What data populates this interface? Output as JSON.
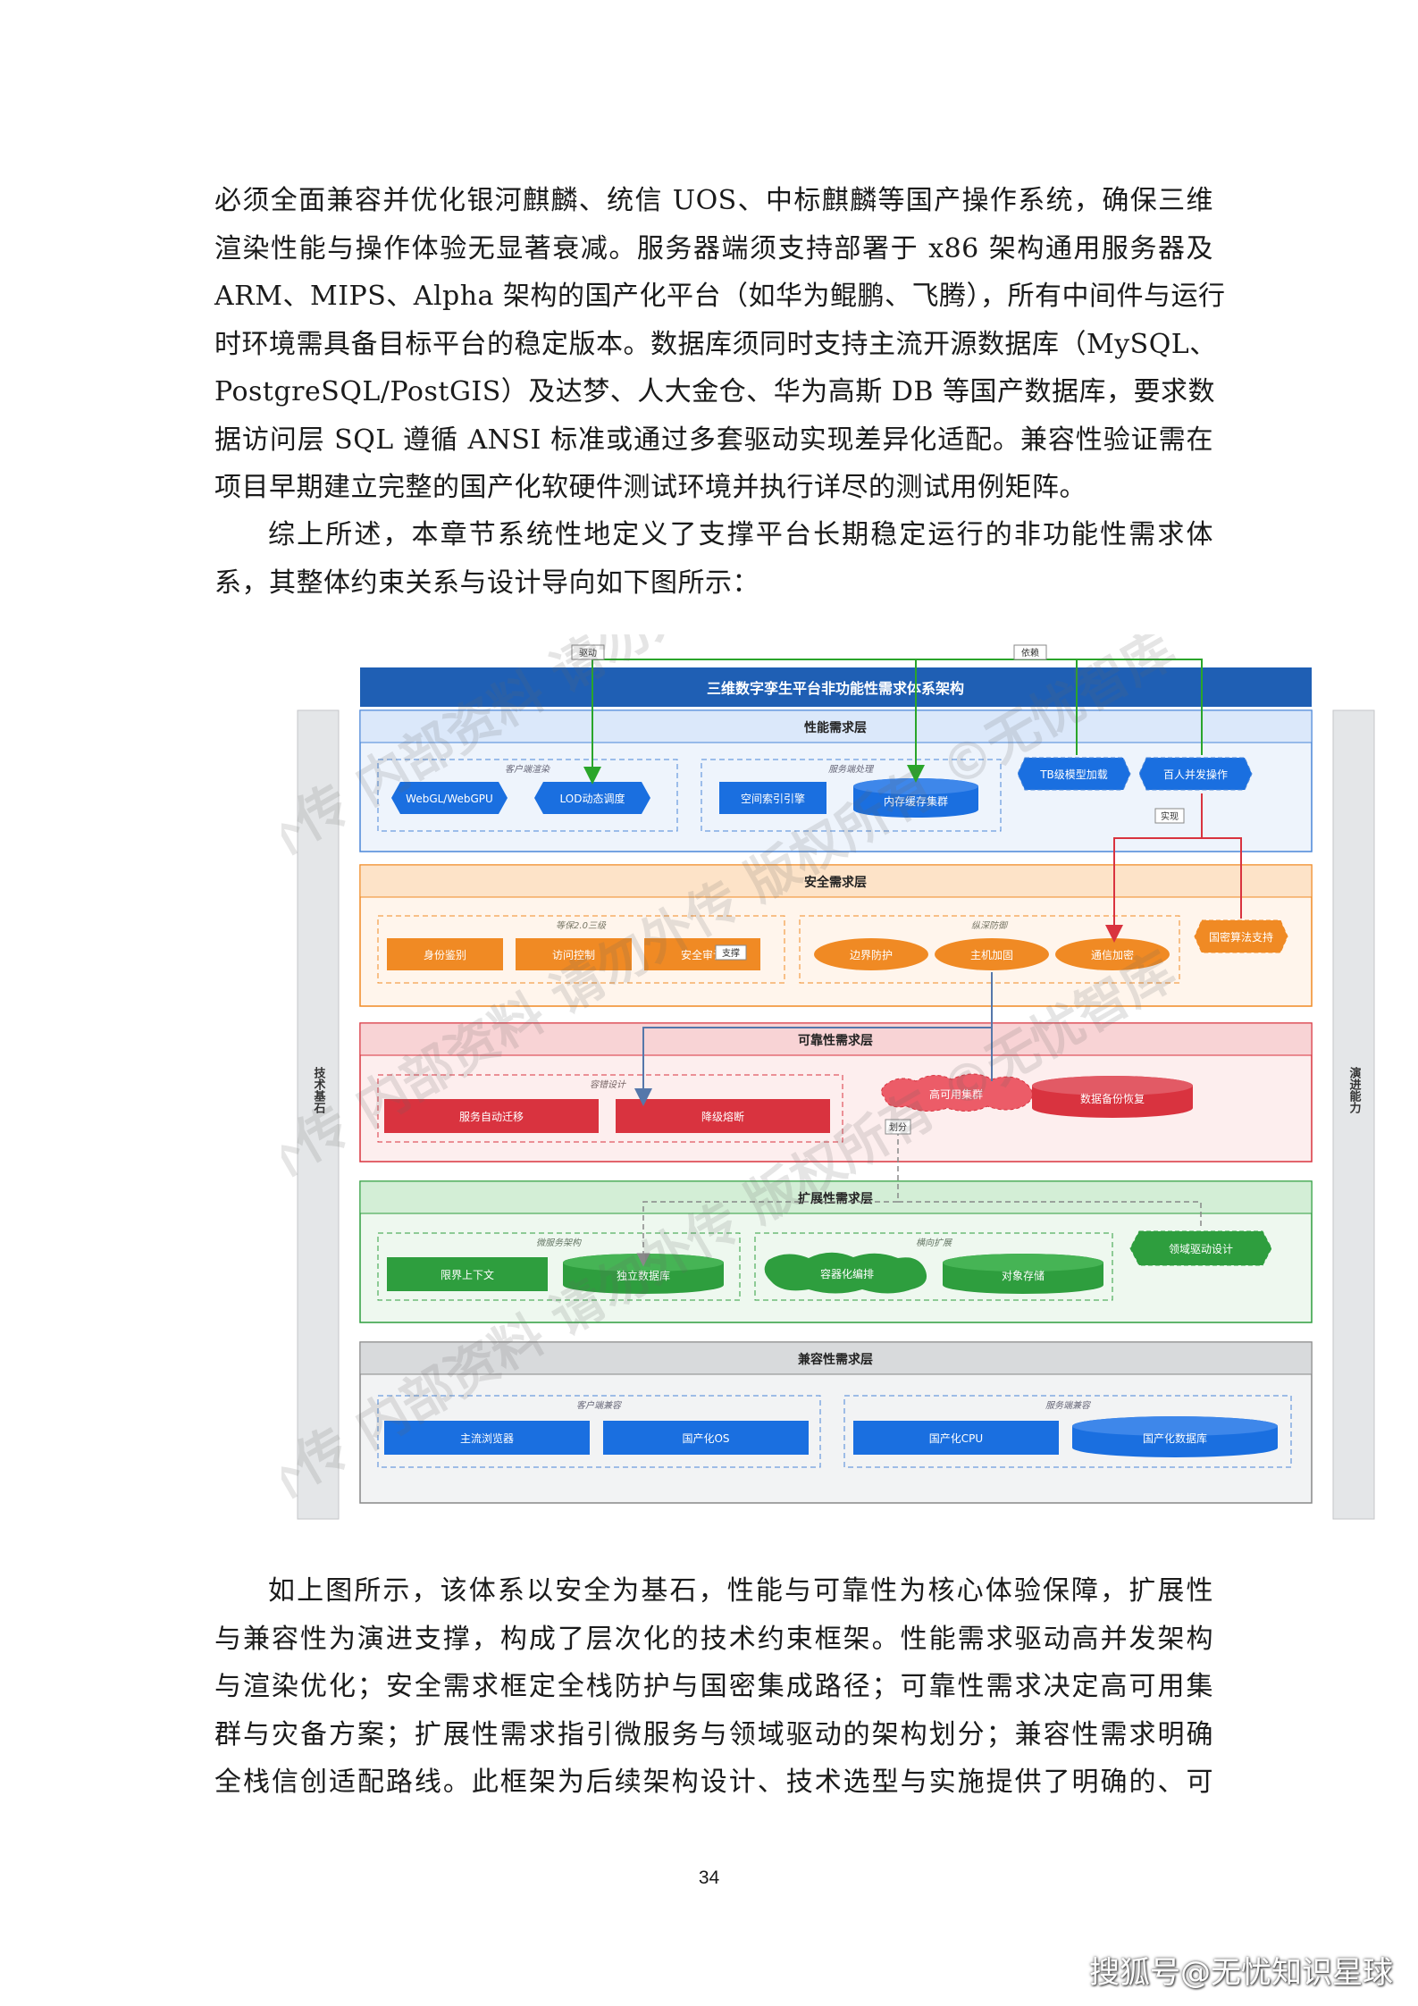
{
  "paragraphs": {
    "p1": [
      "必须全面兼容并优化银河麒麟、统信 UOS、中标麒麟等国产操作系统，确保三维",
      "渲染性能与操作体验无显著衰减。服务器端须支持部署于 x86 架构通用服务器及",
      "ARM、MIPS、Alpha 架构的国产化平台（如华为鲲鹏、飞腾），所有中间件与运行",
      "时环境需具备目标平台的稳定版本。数据库须同时支持主流开源数据库（MySQL、",
      "PostgreSQL/PostGIS）及达梦、人大金仓、华为高斯 DB 等国产数据库，要求数",
      "据访问层 SQL 遵循 ANSI 标准或通过多套驱动实现差异化适配。兼容性验证需在",
      "项目早期建立完整的国产化软硬件测试环境并执行详尽的测试用例矩阵。"
    ],
    "p2": [
      "综上所述，本章节系统性地定义了支撑平台长期稳定运行的非功能性需求体",
      "系，其整体约束关系与设计导向如下图所示："
    ],
    "p3": [
      "如上图所示，该体系以安全为基石，性能与可靠性为核心体验保障，扩展性",
      "与兼容性为演进支撑，构成了层次化的技术约束框架。性能需求驱动高并发架构",
      "与渲染优化；安全需求框定全栈防护与国密集成路径；可靠性需求决定高可用集",
      "群与灾备方案；扩展性需求指引微服务与领域驱动的架构划分；兼容性需求明确",
      "全栈信创适配路线。此框架为后续架构设计、技术选型与实施提供了明确的、可"
    ]
  },
  "page_number": "34",
  "source_watermark": "搜狐号@无忧知识星球",
  "diagram": {
    "title": "三维数字孪生平台非功能性需求体系架构",
    "left_pillar": "技术基石",
    "right_pillar": "演进能力",
    "edge_labels": {
      "drive": "驱动",
      "depend": "依赖",
      "implement": "实现",
      "support": "支撑",
      "partition": "划分"
    },
    "layers": {
      "performance": {
        "title": "性能需求层",
        "group1": "客户端渲染",
        "group2": "服务端处理",
        "nodes": [
          "WebGL/WebGPU",
          "LOD动态调度",
          "空间索引引擎",
          "内存缓存集群",
          "TB级模型加载",
          "百人并发操作"
        ]
      },
      "security": {
        "title": "安全需求层",
        "group1": "等保2.0三级",
        "group2": "纵深防御",
        "nodes": [
          "身份鉴别",
          "访问控制",
          "安全审计",
          "边界防护",
          "主机加固",
          "通信加密",
          "国密算法支持"
        ]
      },
      "reliability": {
        "title": "可靠性需求层",
        "group1": "容错设计",
        "nodes": [
          "服务自动迁移",
          "降级熔断",
          "高可用集群",
          "数据备份恢复"
        ]
      },
      "scalability": {
        "title": "扩展性需求层",
        "group1": "微服务架构",
        "group2": "横向扩展",
        "nodes": [
          "限界上下文",
          "独立数据库",
          "容器化编排",
          "对象存储",
          "领域驱动设计"
        ]
      },
      "compatibility": {
        "title": "兼容性需求层",
        "group1": "客户端兼容",
        "group2": "服务端兼容",
        "nodes": [
          "主流浏览器",
          "国产化OS",
          "国产化CPU",
          "国产化数据库"
        ]
      }
    },
    "colors": {
      "title_bar": "#1f5fb4",
      "performance": "#1a6fe0",
      "security": "#f08a24",
      "reliability": "#d9333f",
      "scalability": "#2e9e3e",
      "compatibility": "#1a6fe0"
    },
    "watermark": "外传 内部资料 请勿外传 版权所有 ©无忧智库"
  }
}
